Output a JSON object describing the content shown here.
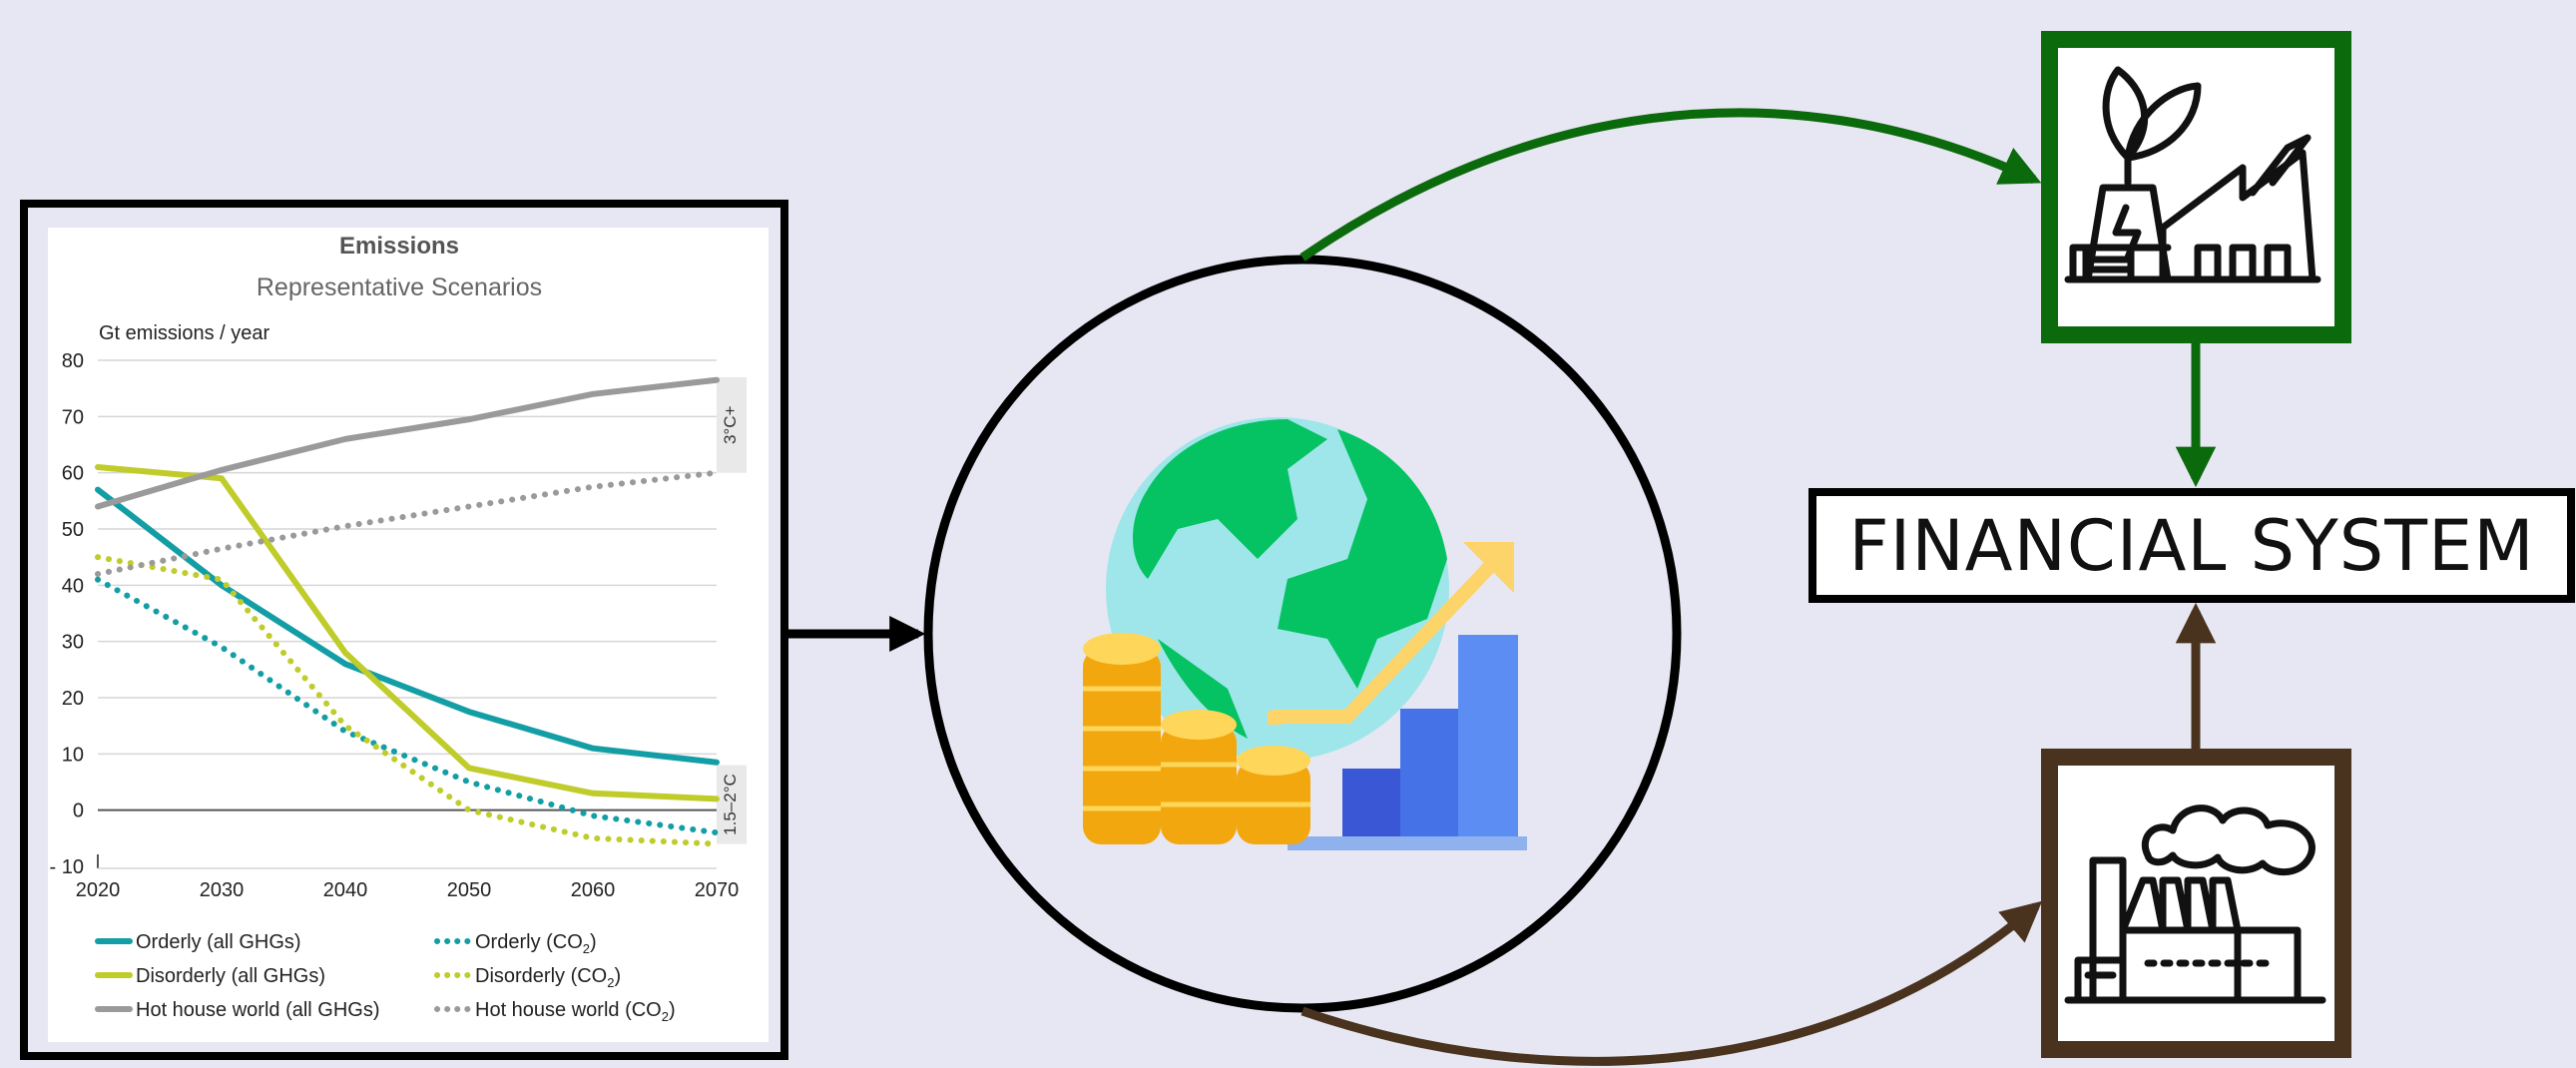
{
  "financial_system": {
    "label": "FINANCIAL SYSTEM"
  },
  "icons": {
    "green_building": "green-energy-factory-icon",
    "brown_building": "polluting-factory-icon",
    "center": "globe-coins-growth-icon"
  },
  "colors": {
    "background": "#e7e7f3",
    "green": "#0b6a0b",
    "brown": "#4a331e",
    "orderly": "#139ea5",
    "disorderly": "#bfcc2a",
    "hothouse": "#9a9a9a"
  },
  "chart_data": {
    "type": "line",
    "title": "Emissions",
    "subtitle": "Representative Scenarios",
    "ylabel": "Gt emissions / year",
    "xlim": [
      2020,
      2070
    ],
    "ylim": [
      -10,
      80
    ],
    "x_ticks": [
      2020,
      2030,
      2040,
      2050,
      2060,
      2070
    ],
    "y_ticks": [
      80,
      70,
      60,
      50,
      40,
      30,
      20,
      10,
      0,
      -10
    ],
    "y_tick_labels": [
      "80",
      "70",
      "60",
      "50",
      "40",
      "30",
      "20",
      "10",
      "0",
      "- 10"
    ],
    "band_labels": [
      {
        "text": "3°C+",
        "y_range": [
          60,
          77
        ]
      },
      {
        "text": "1.5–2°C",
        "y_range": [
          -6,
          8
        ]
      }
    ],
    "grid": true,
    "legend_position": "bottom",
    "series": [
      {
        "name": "Orderly (all GHGs)",
        "color": "#139ea5",
        "style": "solid",
        "x": [
          2020,
          2030,
          2040,
          2050,
          2060,
          2070
        ],
        "y": [
          57,
          40,
          26,
          17.5,
          11,
          8.5
        ]
      },
      {
        "name": "Orderly (CO",
        "name_sub": "2",
        "name_after": ")",
        "color": "#139ea5",
        "style": "dotted",
        "x": [
          2020,
          2030,
          2040,
          2050,
          2060,
          2070
        ],
        "y": [
          41,
          29,
          14,
          5,
          -1,
          -4
        ]
      },
      {
        "name": "Disorderly (all GHGs)",
        "color": "#bfcc2a",
        "style": "solid",
        "x": [
          2020,
          2030,
          2040,
          2050,
          2060,
          2070
        ],
        "y": [
          61,
          59,
          28,
          7.5,
          3,
          2
        ]
      },
      {
        "name": "Disorderly (CO",
        "name_sub": "2",
        "name_after": ")",
        "color": "#bfcc2a",
        "style": "dotted",
        "x": [
          2020,
          2030,
          2040,
          2050,
          2060,
          2070
        ],
        "y": [
          45,
          41,
          15,
          0,
          -5,
          -6
        ]
      },
      {
        "name": "Hot house world (all GHGs)",
        "color": "#9a9a9a",
        "style": "solid",
        "x": [
          2020,
          2030,
          2040,
          2050,
          2060,
          2070
        ],
        "y": [
          54,
          60.5,
          66,
          69.5,
          74,
          76.5
        ]
      },
      {
        "name": "Hot house world (CO",
        "name_sub": "2",
        "name_after": ")",
        "color": "#9a9a9a",
        "style": "dotted",
        "x": [
          2020,
          2030,
          2040,
          2050,
          2060,
          2070
        ],
        "y": [
          42,
          46.5,
          50.5,
          54,
          57.5,
          60
        ]
      }
    ]
  }
}
